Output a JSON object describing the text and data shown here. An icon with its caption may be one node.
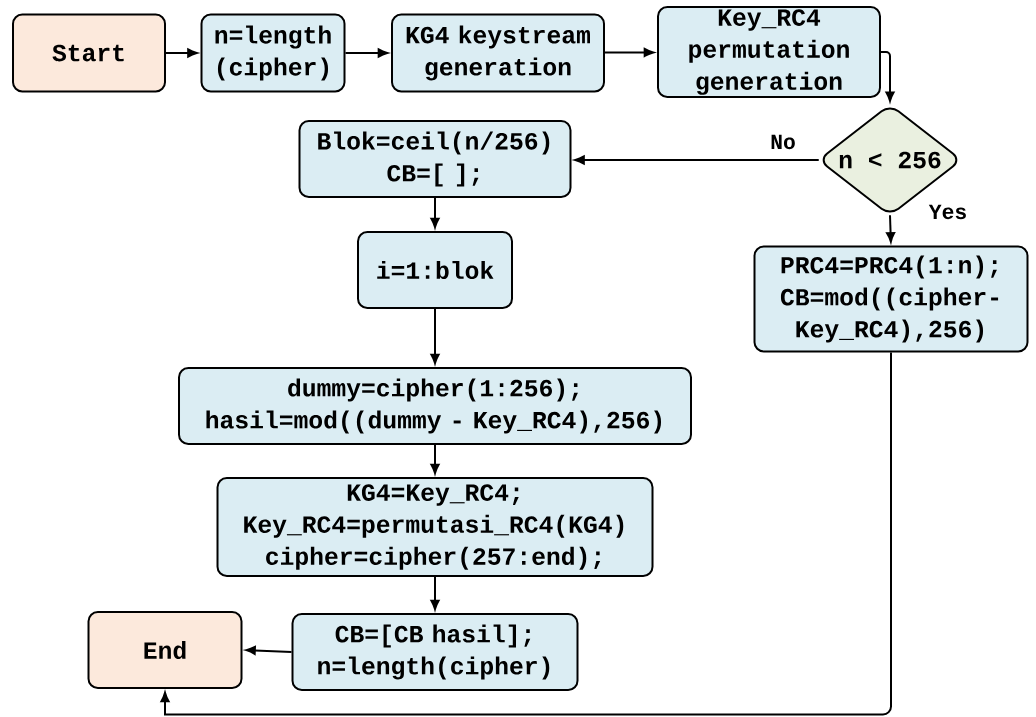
{
  "diagram": {
    "nodes": [
      {
        "text": [
          "Start"
        ]
      },
      {
        "text": [
          "n=length (cipher)"
        ]
      },
      {
        "text": [
          "KG4 keystream generation"
        ]
      },
      {
        "text": [
          "Key_RC4 permutation generation"
        ]
      },
      {
        "text": [
          "n < 256"
        ]
      },
      {
        "text": [
          "Blok=ceil(n/256) CB=[ ];"
        ]
      },
      {
        "text": [
          "i=1:blok"
        ]
      },
      {
        "text": [
          "PRC4=PRC4(1:n); CB=mod((cipher-Key_RC4),256)"
        ]
      },
      {
        "text": [
          "dummy=cipher(1:256); hasil=mod((dummy - Key_RC4),256)"
        ]
      },
      {
        "text": [
          "KG4=Key_RC4; Key_RC4=permutasi_RC4(KG4) cipher=cipher(257:end);"
        ]
      },
      {
        "text": [
          "CB=[CB hasil]; n=length(cipher)"
        ]
      },
      {
        "text": [
          "End"
        ]
      }
    ],
    "edges": [
      {
        "from": 0,
        "to": 1,
        "arrow": "to"
      },
      {
        "from": 1,
        "to": 2,
        "arrow": "to"
      },
      {
        "from": 2,
        "to": 3,
        "arrow": "to"
      },
      {
        "from": 3,
        "to": 4,
        "arrow": "to"
      },
      {
        "from": 4,
        "to": 5,
        "arrow": "to",
        "label": "No"
      },
      {
        "from": 4,
        "to": 7,
        "arrow": "to",
        "label": "Yes"
      },
      {
        "from": 5,
        "to": 6,
        "arrow": "to"
      },
      {
        "from": 6,
        "to": 8,
        "arrow": "to"
      },
      {
        "from": 8,
        "to": 9,
        "arrow": "to"
      },
      {
        "from": 9,
        "to": 10,
        "arrow": "to"
      },
      {
        "from": 10,
        "to": 11,
        "arrow": "to"
      },
      {
        "from": 7,
        "to": 11,
        "arrow": "to"
      }
    ]
  }
}
